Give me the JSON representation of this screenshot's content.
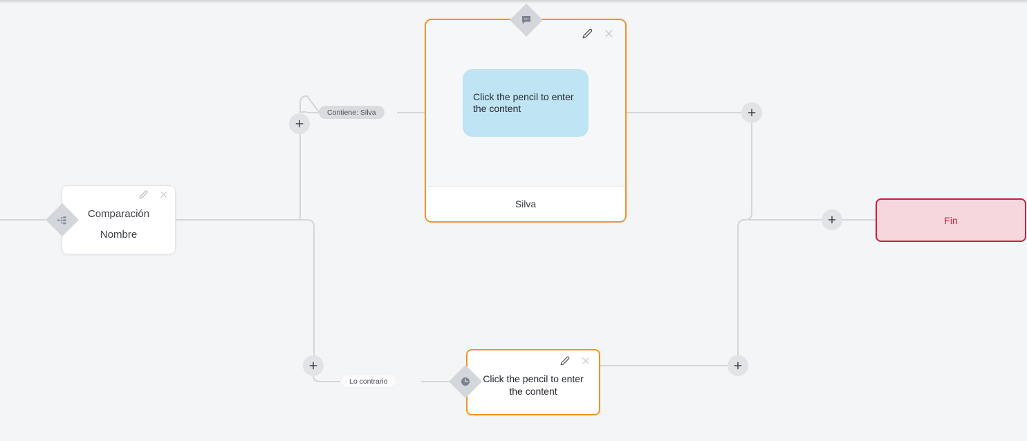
{
  "canvas": {
    "background_color": "#f4f5f7",
    "edge_color": "#d3d6da"
  },
  "nodes": [
    {
      "id": "comparison",
      "type": "condition-node",
      "badge_icon": "sitemap-branch-icon",
      "title": "Comparación",
      "subtitle": "Nombre",
      "tools": {
        "edit": "pencil-icon",
        "close": "close-icon"
      }
    },
    {
      "id": "message",
      "type": "message-node",
      "badge_icon": "chat-bubble-icon",
      "bubble_text": "Click the pencil to enter the content",
      "footer_text": "Silva",
      "accent_color": "#f29225",
      "bubble_color": "#bfe4f4",
      "tools": {
        "edit": "pencil-icon",
        "close": "close-icon"
      }
    },
    {
      "id": "delay",
      "type": "delay-node",
      "badge_icon": "clock-icon",
      "caption": "Click the pencil to enter the content",
      "accent_color": "#f29225",
      "tools": {
        "edit": "pencil-icon",
        "close": "close-icon"
      }
    },
    {
      "id": "end",
      "type": "end-node",
      "label": "Fin",
      "accent_color": "#c62140",
      "fill_color": "#f6d7dc"
    }
  ],
  "edge_labels": {
    "branch_true": "Contiene: Silva",
    "branch_false": "Lo contrario"
  },
  "add_buttons": [
    {
      "id": "add-top-left",
      "icon": "plus-icon"
    },
    {
      "id": "add-bottom-left",
      "icon": "plus-icon"
    },
    {
      "id": "add-top-right",
      "icon": "plus-icon"
    },
    {
      "id": "add-bottom-right",
      "icon": "plus-icon"
    },
    {
      "id": "add-end",
      "icon": "plus-icon"
    }
  ]
}
